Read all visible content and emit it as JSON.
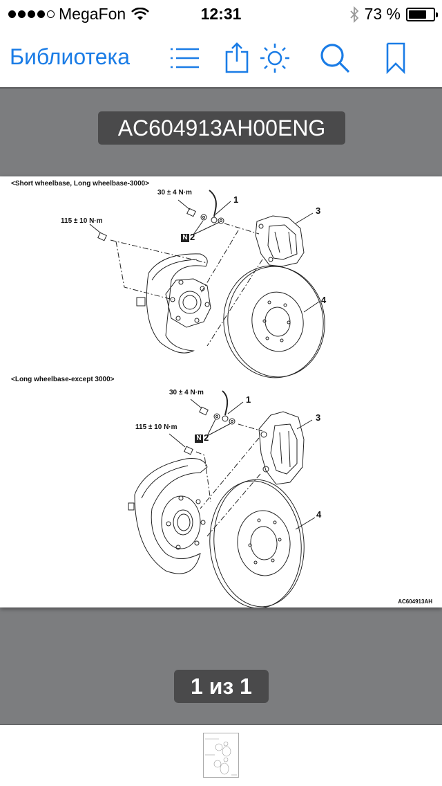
{
  "status_bar": {
    "signal_bars_filled": 4,
    "signal_bars_total": 5,
    "carrier": "MegaFon",
    "time": "12:31",
    "battery_percent_label": "73 %",
    "battery_level": 0.73,
    "icons": [
      "wifi-icon",
      "bluetooth-icon",
      "battery-icon"
    ]
  },
  "toolbar": {
    "back_label": "Библиотека",
    "icons": [
      "list-icon",
      "share-icon",
      "brightness-icon",
      "search-icon",
      "bookmark-icon"
    ],
    "accent_color": "#1a7ce6"
  },
  "document": {
    "title": "AC604913AH00ENG",
    "page_indicator": "1 из 1",
    "page_code": "AC604913AH",
    "diagrams": [
      {
        "heading": "<Short wheelbase, Long wheelbase-3000>",
        "torque_caliper": "30 ± 4 N·m",
        "torque_shield": "115 ± 10 N·m",
        "n_badge": "N",
        "callouts": [
          "1",
          "2",
          "3",
          "4"
        ]
      },
      {
        "heading": "<Long wheelbase-except 3000>",
        "torque_caliper": "30 ± 4 N·m",
        "torque_shield": "115 ± 10 N·m",
        "n_badge": "N",
        "callouts": [
          "1",
          "2",
          "3",
          "4"
        ]
      }
    ]
  },
  "colors": {
    "viewer_background": "#7c7d7f",
    "pill_background": "#4a4a4b"
  }
}
